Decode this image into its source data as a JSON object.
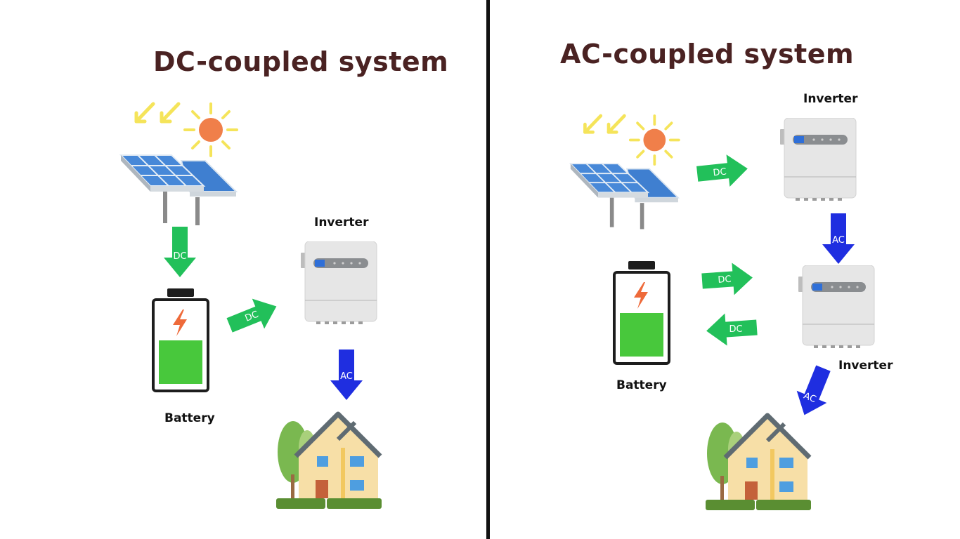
{
  "left": {
    "title": "DC-coupled system",
    "battery_label": "Battery",
    "inverter_label": "Inverter",
    "arrow_panel_to_battery": "DC",
    "arrow_battery_to_inverter": "DC",
    "arrow_inverter_to_house": "AC"
  },
  "right": {
    "title": "AC-coupled system",
    "battery_label": "Battery",
    "inverter_top_label": "Inverter",
    "inverter_bottom_label": "Inverter",
    "arrow_panel_to_inverter": "DC",
    "arrow_inverter_to_inverter": "AC",
    "arrow_battery_to_inverter": "DC",
    "arrow_inverter_to_battery": "DC",
    "arrow_inverter_to_house": "AC"
  },
  "colors": {
    "title": "#4a2222",
    "dc_arrow": "#22c05a",
    "ac_arrow": "#1f2ee0",
    "sun": "#f07f4a",
    "sun_rays": "#f5e45a",
    "panel_cell": "#3f7fd0",
    "battery_charge": "#48c83c",
    "bolt": "#ee6a3a",
    "divider": "#111111"
  },
  "icons": [
    "solar-panel-icon",
    "sun-icon",
    "battery-icon",
    "inverter-icon",
    "house-icon",
    "tree-icon"
  ]
}
